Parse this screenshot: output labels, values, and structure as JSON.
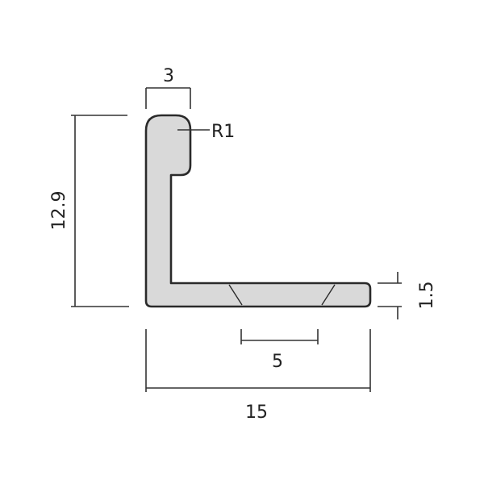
{
  "diagram": {
    "dimensions": {
      "top_width": "3",
      "radius": "R1",
      "height": "12.9",
      "base_thickness": "1.5",
      "segment": "5",
      "total_width": "15"
    },
    "colors": {
      "profile_fill": "#d9d9d9",
      "outline": "#2a2a2a",
      "background": "#ffffff"
    }
  }
}
